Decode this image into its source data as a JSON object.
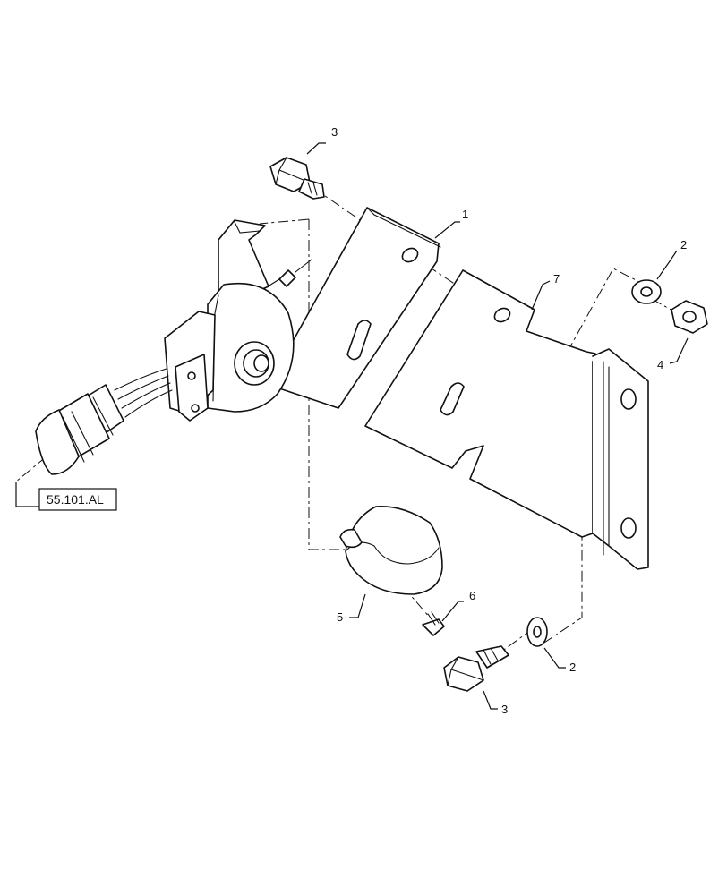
{
  "callouts": {
    "item_1": "1",
    "item_2_top": "2",
    "item_2_bottom": "2",
    "item_3_top": "3",
    "item_3_bottom": "3",
    "item_4": "4",
    "item_5": "5",
    "item_6": "6",
    "item_7": "7"
  },
  "reference": {
    "label": "55.101.AL"
  },
  "icons": {
    "sensor": "position-sensor-icon",
    "bolt": "flange-bolt-icon",
    "nut": "flange-nut-icon",
    "washer": "flat-washer-icon",
    "cover": "protective-cap-icon",
    "screw": "self-tapping-screw-icon",
    "connector": "wire-harness-connector-icon"
  },
  "colors": {
    "line": "#111111",
    "background": "#ffffff"
  }
}
